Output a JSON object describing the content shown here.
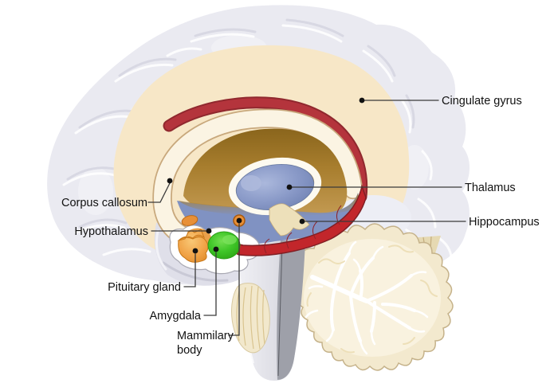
{
  "labels": {
    "cingulate_gyrus": "Cingulate gyrus",
    "thalamus": "Thalamus",
    "hippocampus": "Hippocampus",
    "corpus_callosum": "Corpus callosum",
    "hypothalamus": "Hypothalamus",
    "pituitary_gland": "Pituitary gland",
    "amygdala": "Amygdala",
    "mammilary_body_line1": "Mammilary",
    "mammilary_body_line2": "body"
  },
  "colors": {
    "background": "#FFFFFF",
    "cortex": "#EAEAF1",
    "cortex_shadow": "#D8D8E3",
    "sulci": "#FFFFFF",
    "cingulate_gyrus": "#F7E7C7",
    "red_band": "#B4343C",
    "red_band_dark": "#90282E",
    "hippocampus_red": "#C2262B",
    "corpus_callosum": "#FBF4E3",
    "corpus_callosum_outline": "#C8A87C",
    "interior_brown": "#A87E2E",
    "thalamus_blue": "#8494C4",
    "hypothalamus_blue": "#8092C2",
    "amygdala_green": "#35BE1F",
    "pituitary_orange": "#F0A246",
    "mammillary_orange": "#E89038",
    "white_cavity": "#FFFFFF",
    "cerebellum_fill": "#F3E9CE",
    "cerebellum_inner": "#F9F2DF",
    "cerebellum_outline": "#C5B28A",
    "brainstem_light": "#E9E9EF",
    "brainstem_dark": "#9EA0A9",
    "pons_cream": "#F2E8CC",
    "label_text": "#111111",
    "label_line": "#3A3A3A"
  }
}
